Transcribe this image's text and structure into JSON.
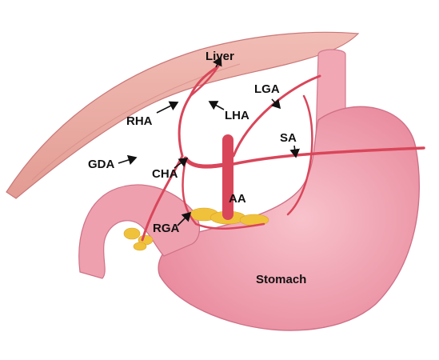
{
  "labels": {
    "liver": "Liver",
    "rha": "RHA",
    "lha": "LHA",
    "lga": "LGA",
    "sa": "SA",
    "gda": "GDA",
    "cha": "CHA",
    "aa": "AA",
    "rga": "RGA",
    "stomach": "Stomach"
  },
  "colors": {
    "liver": "#e9a9a3",
    "stomach": "#f1a9b6",
    "artery": "#d9465a",
    "fat": "#f0c23b",
    "duodenum": "#eea0ae"
  }
}
